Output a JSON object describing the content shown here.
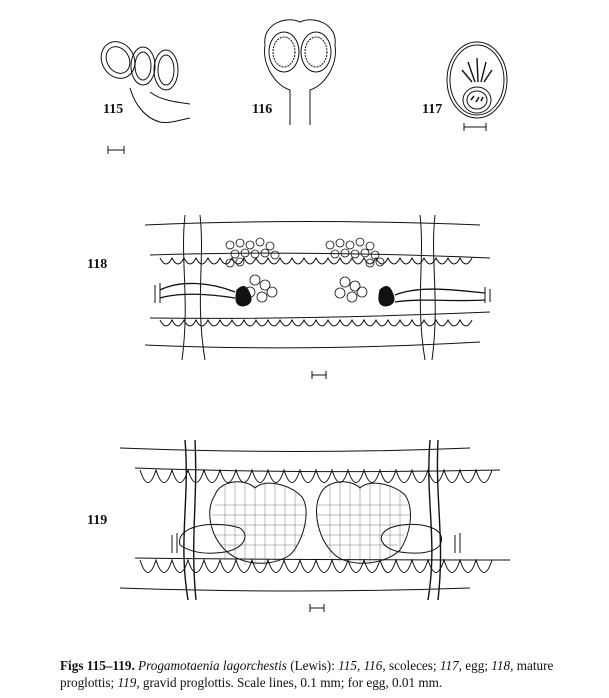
{
  "figures": [
    {
      "number": "115",
      "subject": "scolex"
    },
    {
      "number": "116",
      "subject": "scolex"
    },
    {
      "number": "117",
      "subject": "egg"
    },
    {
      "number": "118",
      "subject": "mature proglottis"
    },
    {
      "number": "119",
      "subject": "gravid proglottis"
    }
  ],
  "caption": {
    "figs": "Figs 115–119.",
    "species": "Progamotaenia lagorchestis",
    "author": "(Lewis):",
    "n115_116": "115, 116,",
    "t1": "scoleces;",
    "n117": "117,",
    "t2": "egg;",
    "n118": "118,",
    "t3": "mature proglottis;",
    "n119": "119,",
    "t4": "gravid proglottis.  Scale lines, 0.1 mm;  for egg, 0.01 mm."
  }
}
